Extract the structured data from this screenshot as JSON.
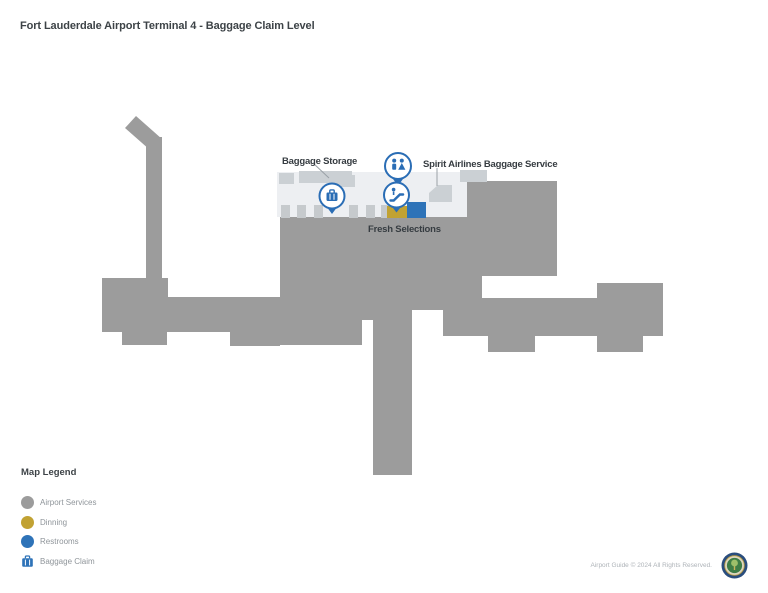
{
  "page": {
    "title": "Fort Lauderdale Airport Terminal 4 - Baggage Claim Level"
  },
  "map": {
    "labels": {
      "baggage_storage": "Baggage Storage",
      "spirit_airlines": "Spirit Airlines Baggage Service",
      "fresh_selections": "Fresh Selections"
    },
    "icons": {
      "restrooms_pin": "restrooms-pin-icon",
      "baggage_claim_pin": "baggage-claim-pin-icon",
      "escalator_pin": "escalator-pin-icon"
    }
  },
  "legend": {
    "title": "Map Legend",
    "items": [
      {
        "label": "Airport Services",
        "color": "#9c9c9c"
      },
      {
        "label": "Dinning",
        "color": "#c1a233"
      },
      {
        "label": "Restrooms",
        "color": "#2e73b8"
      },
      {
        "label": "Baggage Claim",
        "color": "#2e73b8"
      }
    ]
  },
  "footer": {
    "copyright": "Airport Guide © 2024 All Rights Reserved."
  },
  "colors": {
    "building_gray": "#9c9c9c",
    "concourse_light": "#edeff2",
    "structure_gray": "#cbd0d4",
    "dining_yellow": "#c1a233",
    "restroom_blue": "#2e73b8",
    "pin_blue": "#2a6db5"
  }
}
